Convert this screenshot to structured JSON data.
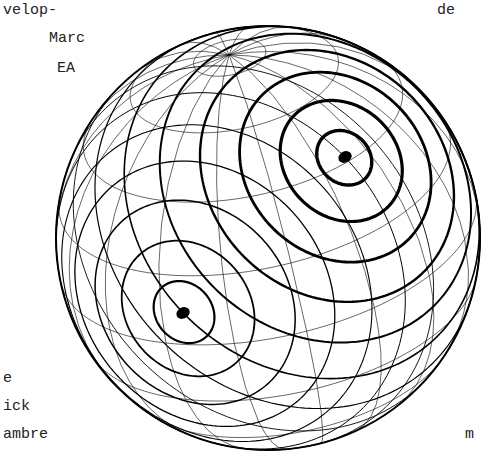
{
  "diagram": {
    "labels": [
      "velop-",
      "Marc",
      "EA",
      "de",
      "e",
      "ick",
      "ambre",
      "m"
    ]
  }
}
